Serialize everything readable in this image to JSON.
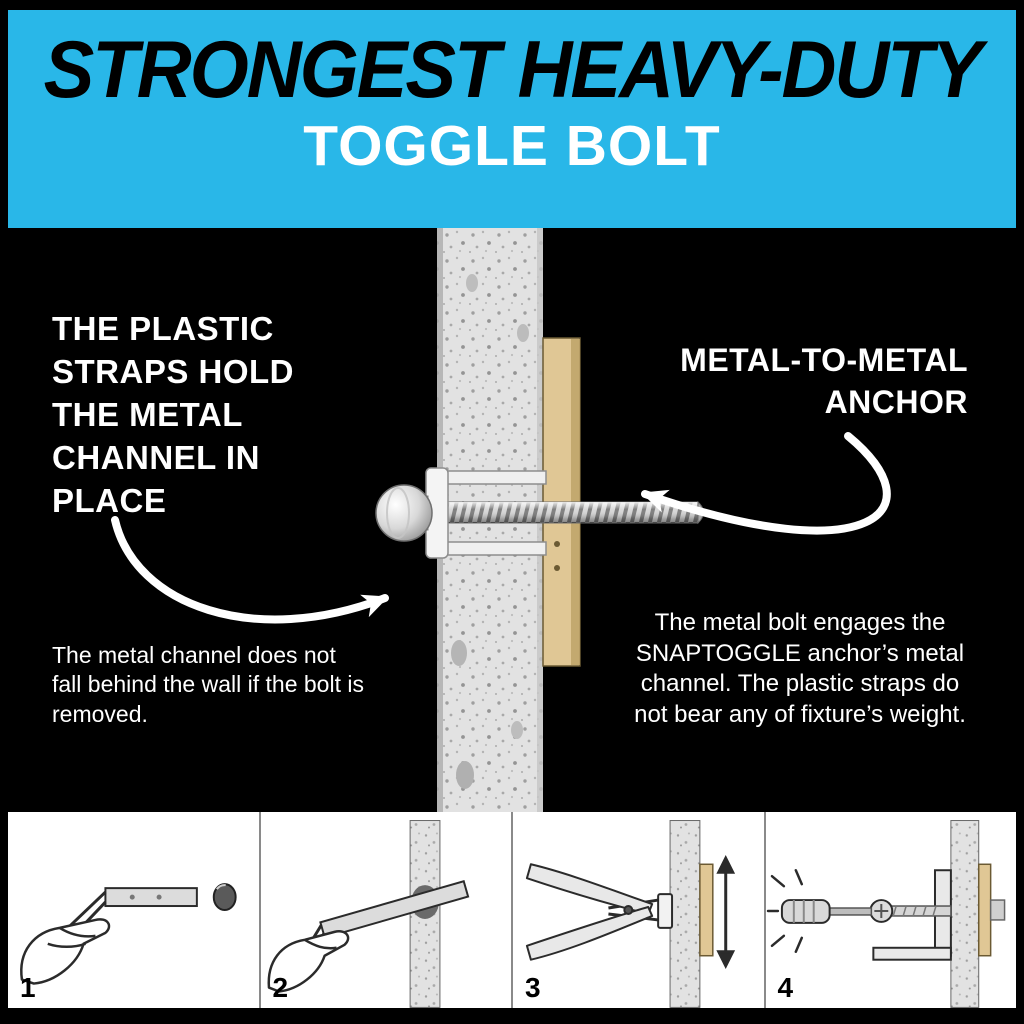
{
  "colors": {
    "accent_cyan": "#29b7e8",
    "background_black": "#000000",
    "text_white": "#ffffff",
    "channel_tan": "#e0c795",
    "steps_background": "#ffffff"
  },
  "header": {
    "title": "STRONGEST HEAVY-DUTY",
    "subtitle": "TOGGLE BOLT"
  },
  "diagram": {
    "left_heading": "THE PLASTIC\nSTRAPS HOLD\nTHE METAL\nCHANNEL IN\nPLACE",
    "right_heading": "METAL-TO-METAL\nANCHOR",
    "left_caption": "The metal channel does not\nfall behind the wall if the bolt is\nremoved.",
    "right_caption": "The metal bolt engages the\nSNAPTOGGLE anchor’s metal\nchannel. The plastic straps do\nnot bear any of fixture’s weight.",
    "icons": {
      "left_arrow": "curved-pointer-arrow",
      "right_arrow": "curved-pointer-arrow"
    }
  },
  "steps": [
    {
      "label": "1"
    },
    {
      "label": "2"
    },
    {
      "label": "3"
    },
    {
      "label": "4"
    }
  ]
}
